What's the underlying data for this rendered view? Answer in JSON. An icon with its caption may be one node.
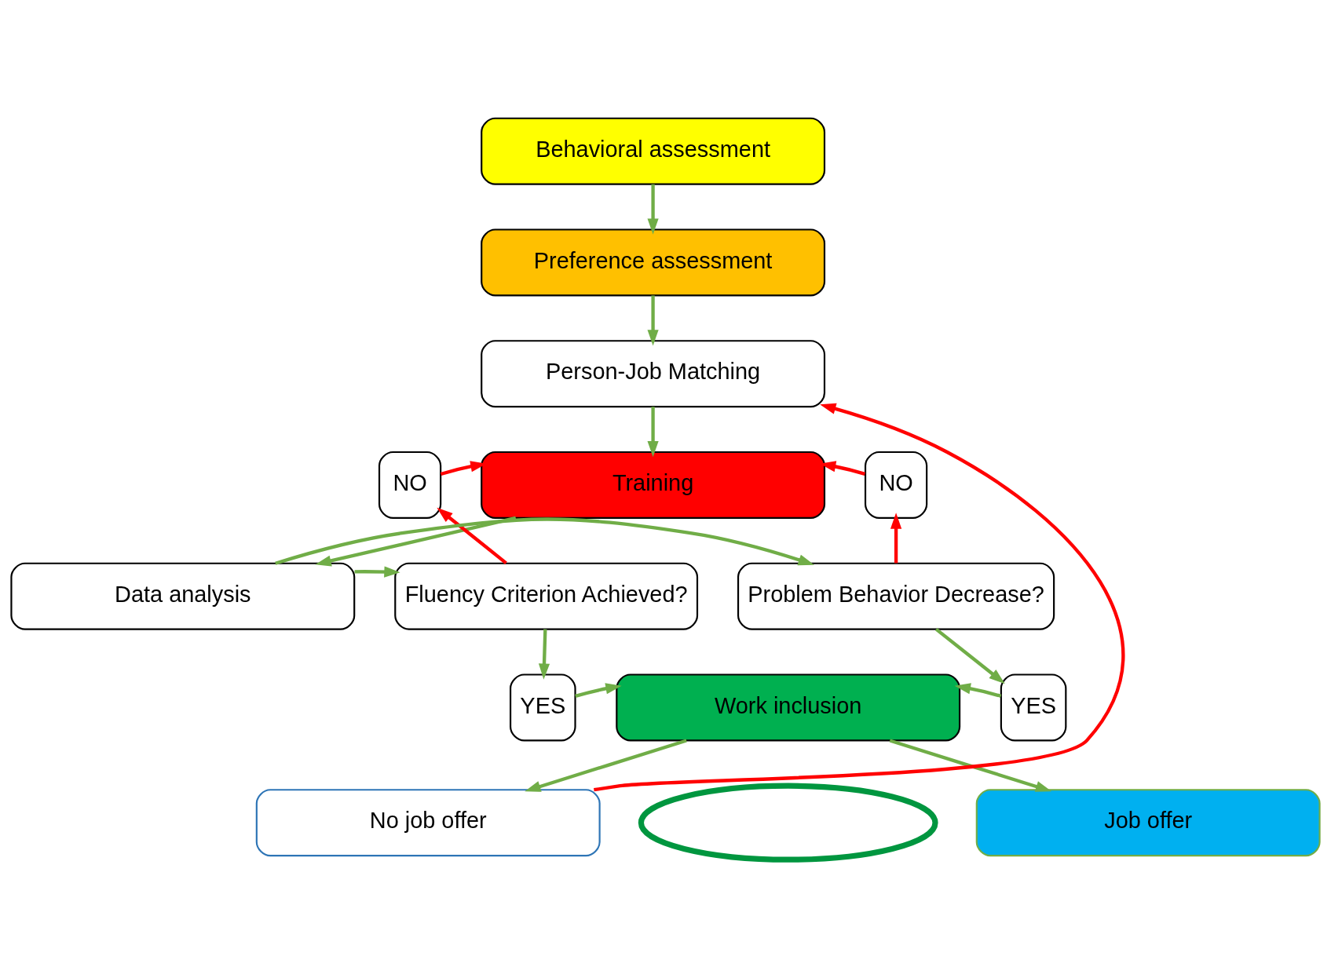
{
  "diagram": {
    "nodes": [
      {
        "text": [
          "Behavioral assessment"
        ]
      },
      {
        "text": [
          "Preference assessment"
        ]
      },
      {
        "text": [
          "Person-Job Matching"
        ]
      },
      {
        "text": [
          "Training"
        ]
      },
      {
        "text": [
          "NO"
        ]
      },
      {
        "text": [
          "NO"
        ]
      },
      {
        "text": [
          "Fluency Criterion Achieved?"
        ]
      },
      {
        "text": [
          "Data analysis"
        ]
      },
      {
        "text": [
          "Problem Behavior Decrease?"
        ]
      },
      {
        "text": [
          "YES"
        ]
      },
      {
        "text": [],
        "shape": "ellipse"
      },
      {
        "text": [
          "Work inclusion"
        ]
      },
      {
        "text": [
          "YES"
        ]
      },
      {
        "text": [
          "No job offer"
        ]
      },
      {
        "text": [
          "Job offer"
        ]
      }
    ],
    "edges": [
      {
        "from": 0,
        "to": 1,
        "arrow": "to"
      },
      {
        "from": 1,
        "to": 2,
        "arrow": "to"
      },
      {
        "from": 2,
        "to": 3,
        "arrow": "to"
      },
      {
        "from": 4,
        "to": 3,
        "arrow": "to",
        "color": "#ff0000"
      },
      {
        "from": 5,
        "to": 3,
        "arrow": "to",
        "color": "#ff0000"
      },
      {
        "from": 3,
        "to": 7,
        "arrow": "to"
      },
      {
        "from": 6,
        "to": 4,
        "arrow": "to",
        "color": "#ff0000"
      },
      {
        "from": 8,
        "to": 5,
        "arrow": "to",
        "color": "#ff0000"
      },
      {
        "from": 7,
        "to": 6,
        "arrow": "to"
      },
      {
        "from": 7,
        "to": 8,
        "arrow": "to"
      },
      {
        "from": 6,
        "to": 9,
        "arrow": "to"
      },
      {
        "from": 8,
        "to": 12,
        "arrow": "to"
      },
      {
        "from": 9,
        "to": 11,
        "arrow": "to"
      },
      {
        "from": 12,
        "to": 11,
        "arrow": "to"
      },
      {
        "from": 11,
        "to": 13,
        "arrow": "to"
      },
      {
        "from": 11,
        "to": 14,
        "arrow": "to"
      },
      {
        "from": 13,
        "to": 2,
        "arrow": "to",
        "color": "#ff0000"
      }
    ]
  }
}
